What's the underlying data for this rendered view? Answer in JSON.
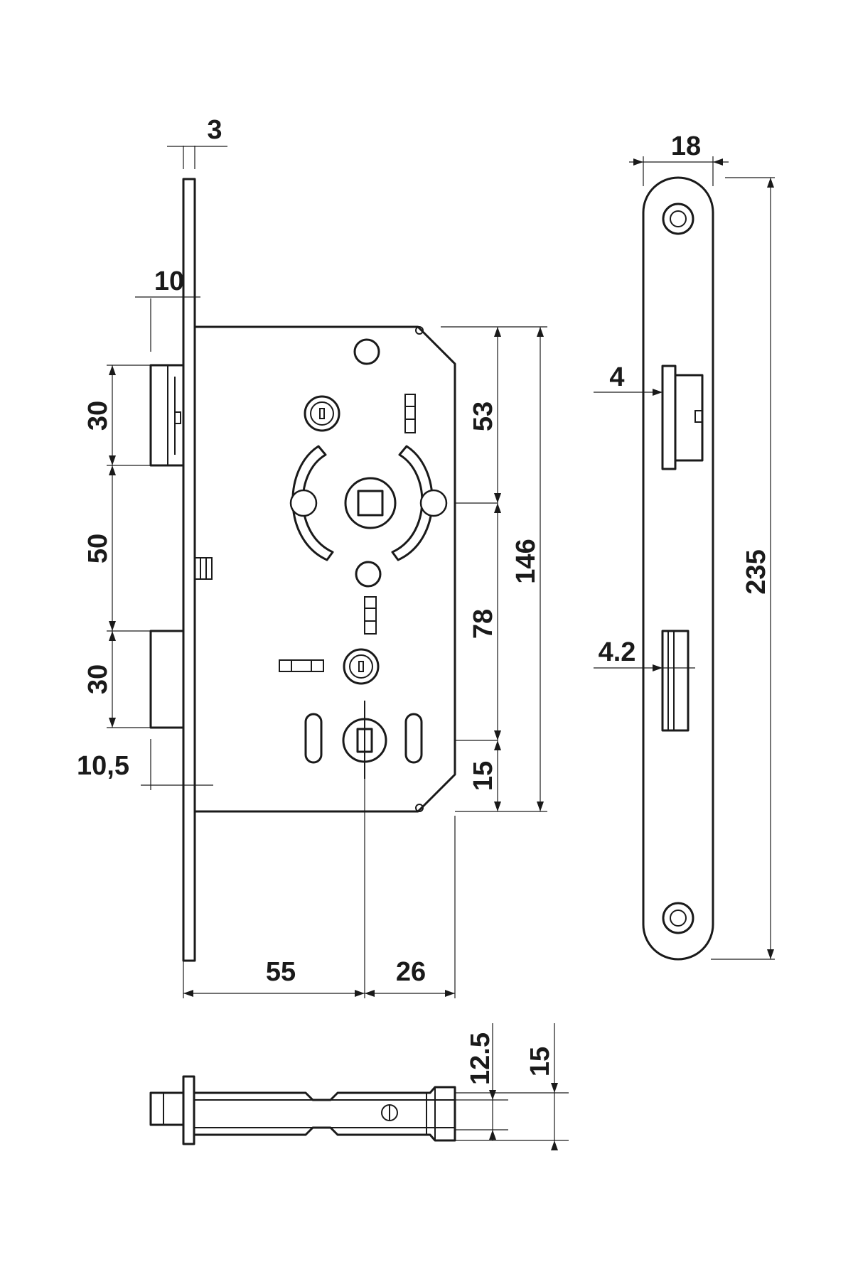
{
  "labels": {
    "d_3": "3",
    "d_10": "10",
    "d_30_top": "30",
    "d_50": "50",
    "d_30_bottom": "30",
    "d_10_5": "10,5",
    "d_53": "53",
    "d_146": "146",
    "d_78": "78",
    "d_15_right": "15",
    "d_55": "55",
    "d_26": "26",
    "d_18": "18",
    "d_4": "4",
    "d_4_2": "4.2",
    "d_235": "235",
    "d_12_5": "12.5",
    "d_15_side": "15"
  },
  "colors": {
    "line": "#1a1a1a",
    "background": "#ffffff"
  }
}
